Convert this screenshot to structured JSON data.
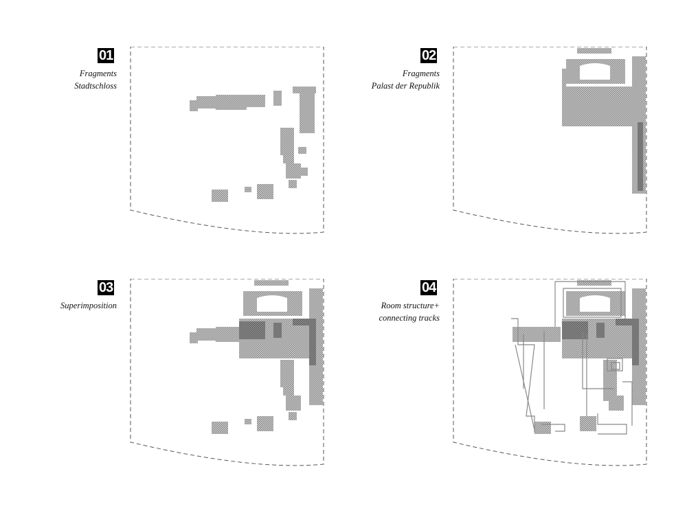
{
  "panels": [
    {
      "number": "01",
      "caption": [
        "Fragments",
        "Stadtschloss"
      ]
    },
    {
      "number": "02",
      "caption": [
        "Fragments",
        "Palast der Republik"
      ]
    },
    {
      "number": "03",
      "caption": [
        "Superimposition"
      ]
    },
    {
      "number": "04",
      "caption": [
        "Room structure+",
        "connecting tracks"
      ]
    }
  ],
  "colors": {
    "hatch": "#9a9a9a",
    "hatch_dark": "#666666",
    "line": "#777777",
    "frame": "#555555"
  }
}
